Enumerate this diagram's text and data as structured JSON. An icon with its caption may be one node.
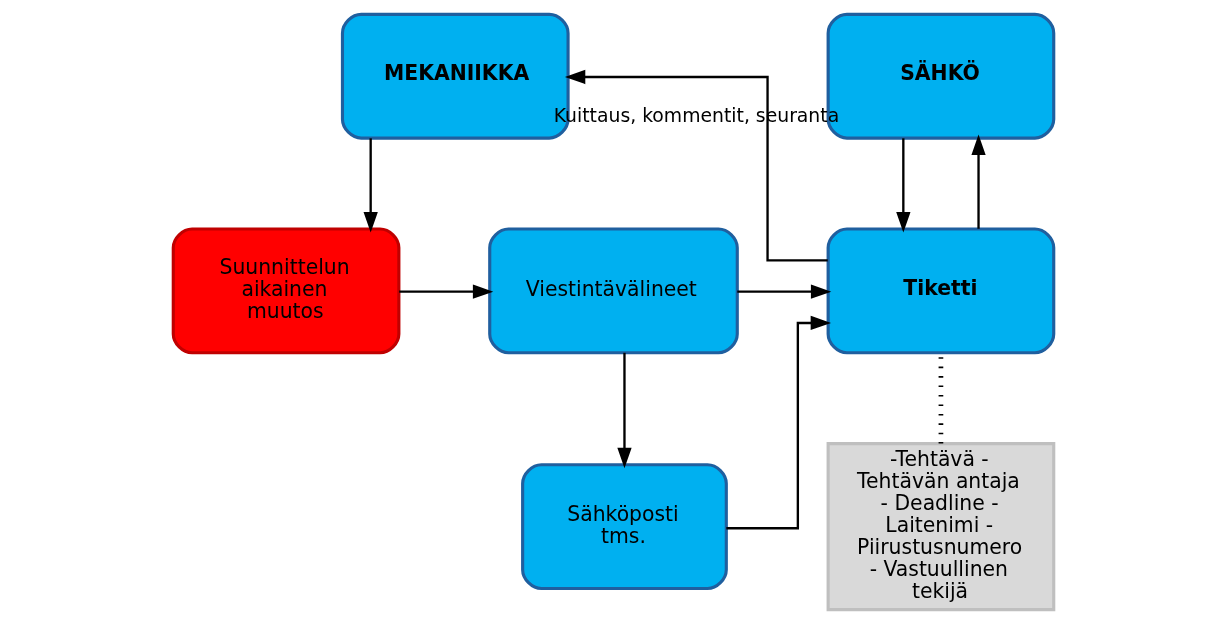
{
  "diagram": {
    "nodes": [
      {
        "text": [
          "MEKANIIKKA"
        ]
      },
      {
        "text": [
          "SÄHKÖ"
        ]
      },
      {
        "text": [
          "Suunnittelun aikainen muutos"
        ]
      },
      {
        "text": [
          "Viestintävälineet"
        ]
      },
      {
        "text": [
          "Tiketti"
        ]
      },
      {
        "text": [
          "Sähköposti tms."
        ]
      },
      {
        "text": [
          "-Tehtävä - Tehtävän antaja - Deadline - Laitenimi - Piirustusnumero - Vastuullinen tekijä"
        ]
      }
    ],
    "edges": [
      {
        "from": 0,
        "to": 2,
        "arrow": "to"
      },
      {
        "from": 2,
        "to": 3,
        "arrow": "to"
      },
      {
        "from": 3,
        "to": 5,
        "arrow": "to"
      },
      {
        "from": 3,
        "to": 4,
        "arrow": "to"
      },
      {
        "from": 5,
        "to": 4,
        "arrow": "to"
      },
      {
        "from": 4,
        "to": 0,
        "arrow": "to",
        "label": "Kuittaus, kommentit, seuranta"
      },
      {
        "from": 1,
        "to": 4,
        "arrow": "to"
      },
      {
        "from": 4,
        "to": 1,
        "arrow": "to"
      },
      {
        "from": 6,
        "to": 4,
        "arrow": "none",
        "style": "dashed"
      }
    ]
  }
}
